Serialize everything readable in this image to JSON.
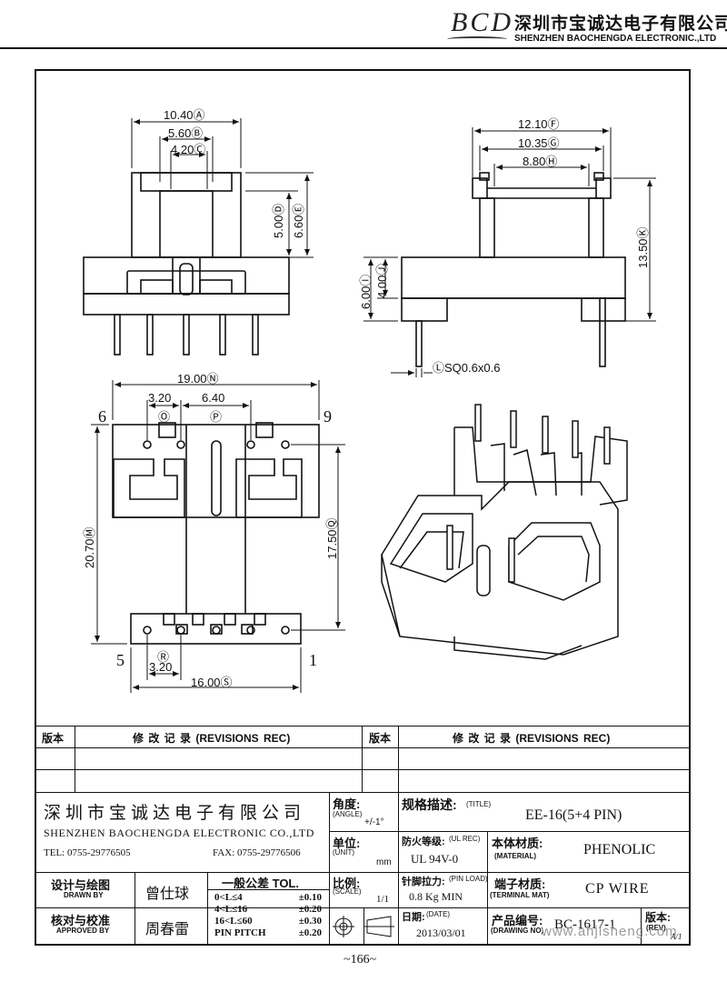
{
  "header": {
    "logo_text": "BCD",
    "company_cn": "深圳市宝诚达电子有限公司",
    "company_en": "SHENZHEN BAOCHENGDA ELECTRONIC.,LTD"
  },
  "dimensions": {
    "front": {
      "a": "10.40Ⓐ",
      "b": "5.60Ⓑ",
      "c": "4.20Ⓒ",
      "d": "5.00Ⓓ",
      "e": "6.60Ⓔ"
    },
    "side": {
      "f": "12.10Ⓕ",
      "g": "10.35Ⓖ",
      "h": "8.80Ⓗ",
      "k": "13.50Ⓚ",
      "i": "6.00Ⓘ",
      "j": "4.00Ⓙ",
      "l": "ⓁSQ0.6x0.6"
    },
    "bottom": {
      "n": "19.00Ⓝ",
      "o": "3.20",
      "o_mark": "Ⓞ",
      "p": "6.40",
      "p_mark": "Ⓟ",
      "m": "20.70Ⓜ",
      "q": "17.50Ⓠ",
      "r_mark": "Ⓡ",
      "r": "3.20",
      "s": "16.00Ⓢ",
      "pin6": "6",
      "pin9": "9",
      "pin5": "5",
      "pin1": "1"
    }
  },
  "revisions": {
    "col_version": "版本",
    "col_record": "修 改 记 录 (REVISIONS REC)",
    "col_version2": "版本",
    "col_record2": "修 改 记 录 (REVISIONS REC)"
  },
  "title_block": {
    "company_cn": "深圳市宝诚达电子有限公司",
    "company_en": "SHENZHEN BAOCHENGDA ELECTRONIC CO.,LTD",
    "tel": "TEL: 0755-29776505",
    "fax": "FAX: 0755-29776506",
    "angle_label": "角度:",
    "angle_label_en": "(ANGLE)",
    "angle_value": "+/-1°",
    "unit_label": "单位:",
    "unit_label_en": "(UNIT)",
    "unit_value": "mm",
    "scale_label": "比例:",
    "scale_label_en": "(SCALE)",
    "scale_value": "1/1",
    "title_label": "规格描述:",
    "title_label_en": "(TITLE)",
    "title_value": "EE-16(5+4 PIN)",
    "ul_label": "防火等级:",
    "ul_label_en": "(UL REC)",
    "ul_value": "UL 94V-0",
    "material_label": "本体材质:",
    "material_label_en": "(MATERIAL)",
    "material_value": "PHENOLIC",
    "pinload_label": "针脚拉力:",
    "pinload_label_en": "(PIN LOAD)",
    "pinload_value": "0.8 Kg MIN",
    "terminal_label": "端子材质:",
    "terminal_label_en": "(TERMINAL MAT)",
    "terminal_value": "CP WIRE",
    "date_label": "日期:",
    "date_label_en": "(DATE)",
    "date_value": "2013/03/01",
    "drawing_label": "产品编号:",
    "drawing_label_en": "(DRAWING NO)",
    "drawing_value": "BC-1617-1",
    "rev_label": "版本:",
    "rev_label_en": "(REV)",
    "rev_value": "A/1",
    "drawn_label": "设计与绘图",
    "drawn_label_en": "DRAWN BY",
    "drawn_value": "曾仕球",
    "approved_label": "核对与校准",
    "approved_label_en": "APPROVED BY",
    "approved_value": "周春雷",
    "tol_title": "一般公差 TOL.",
    "tol_rows": [
      {
        "range": "0<L≤4",
        "value": "±0.10"
      },
      {
        "range": "4<L≤16",
        "value": "±0.20"
      },
      {
        "range": "16<L≤60",
        "value": "±0.30"
      },
      {
        "range": "PIN PITCH",
        "value": "±0.20"
      }
    ]
  },
  "watermark": "www.ahjisheng.com",
  "page_number": "~166~"
}
